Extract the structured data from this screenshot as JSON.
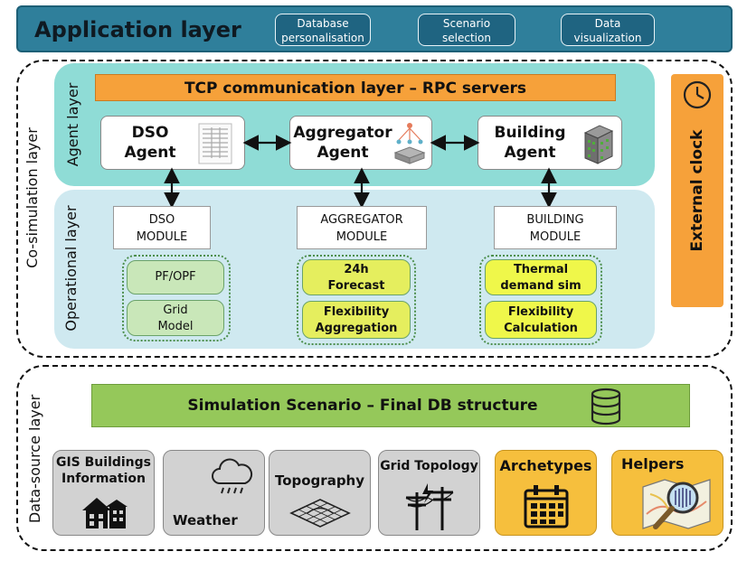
{
  "application_layer": {
    "title": "Application layer",
    "buttons": [
      {
        "line1": "Database",
        "line2": "personalisation"
      },
      {
        "line1": "Scenario",
        "line2": "selection"
      },
      {
        "line1": "Data",
        "line2": "visualization"
      }
    ]
  },
  "cosimulation_layer": {
    "label": "Co-simulation  layer",
    "agent_layer_label": "Agent layer",
    "operational_layer_label": "Operational layer",
    "tcp_bar": "TCP communication layer – RPC servers",
    "agents": [
      {
        "line1": "DSO",
        "line2": "Agent",
        "icon": "table-icon"
      },
      {
        "line1": "Aggregator",
        "line2": "Agent",
        "icon": "network-icon"
      },
      {
        "line1": "Building",
        "line2": "Agent",
        "icon": "building-icon"
      }
    ],
    "modules": [
      {
        "line1": "DSO",
        "line2": "MODULE"
      },
      {
        "line1": "AGGREGATOR",
        "line2": "MODULE"
      },
      {
        "line1": "BUILDING",
        "line2": "MODULE"
      }
    ],
    "dso_pills": [
      {
        "line1": "PF/OPF",
        "line2": ""
      },
      {
        "line1": "Grid",
        "line2": "Model"
      }
    ],
    "aggregator_pills": [
      {
        "line1": "24h",
        "line2": "Forecast"
      },
      {
        "line1": "Flexibility",
        "line2": "Aggregation"
      }
    ],
    "building_pills": [
      {
        "line1": "Thermal",
        "line2": "demand sim"
      },
      {
        "line1": "Flexibility",
        "line2": "Calculation"
      }
    ],
    "external_clock": "External clock"
  },
  "data_source_layer": {
    "label": "Data-source layer",
    "scenario_bar": "Simulation Scenario – Final DB structure",
    "sources": [
      {
        "line1": "GIS Buildings",
        "line2": "Information"
      },
      {
        "line1": "Weather",
        "line2": ""
      },
      {
        "line1": "Topography",
        "line2": ""
      },
      {
        "line1": "Grid Topology",
        "line2": ""
      },
      {
        "line1": "Archetypes",
        "line2": ""
      },
      {
        "line1": "Helpers",
        "line2": ""
      }
    ]
  },
  "colors": {
    "app_blue": "#2f7f9b",
    "agent_teal": "#8fdcd6",
    "operational_blue": "#cfe9f0",
    "tcp_orange": "#f6a13a",
    "scenario_green": "#95c85a",
    "source_gray": "#d2d2d2",
    "source_orange": "#f6bf3d"
  }
}
